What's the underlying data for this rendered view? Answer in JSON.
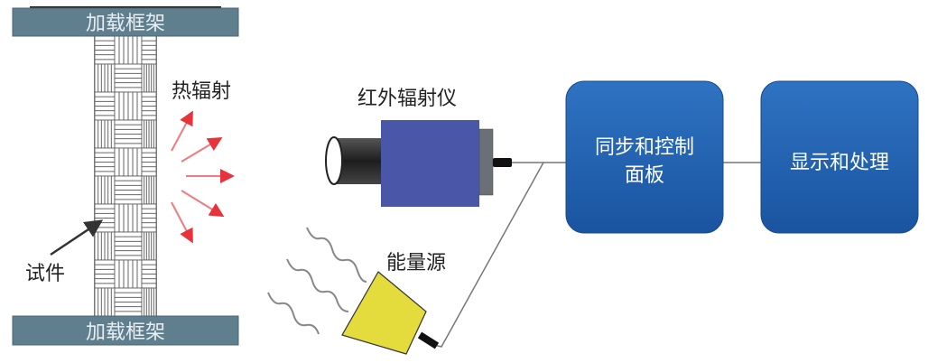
{
  "labels": {
    "frame_top": "加载框架",
    "frame_bottom": "加载框架",
    "heat_radiation": "热辐射",
    "specimen": "试件",
    "ir_camera": "红外辐射仪",
    "energy_source": "能量源",
    "control_panel_line1": "同步和控制",
    "control_panel_line2": "面板",
    "display": "显示和处理"
  },
  "colors": {
    "frame": "#5f7f8e",
    "heat_arrow": "#e8323c",
    "camera_body": "#4a57a8",
    "energy_source": "#e3dc3c",
    "panel": "#1f5fae"
  }
}
